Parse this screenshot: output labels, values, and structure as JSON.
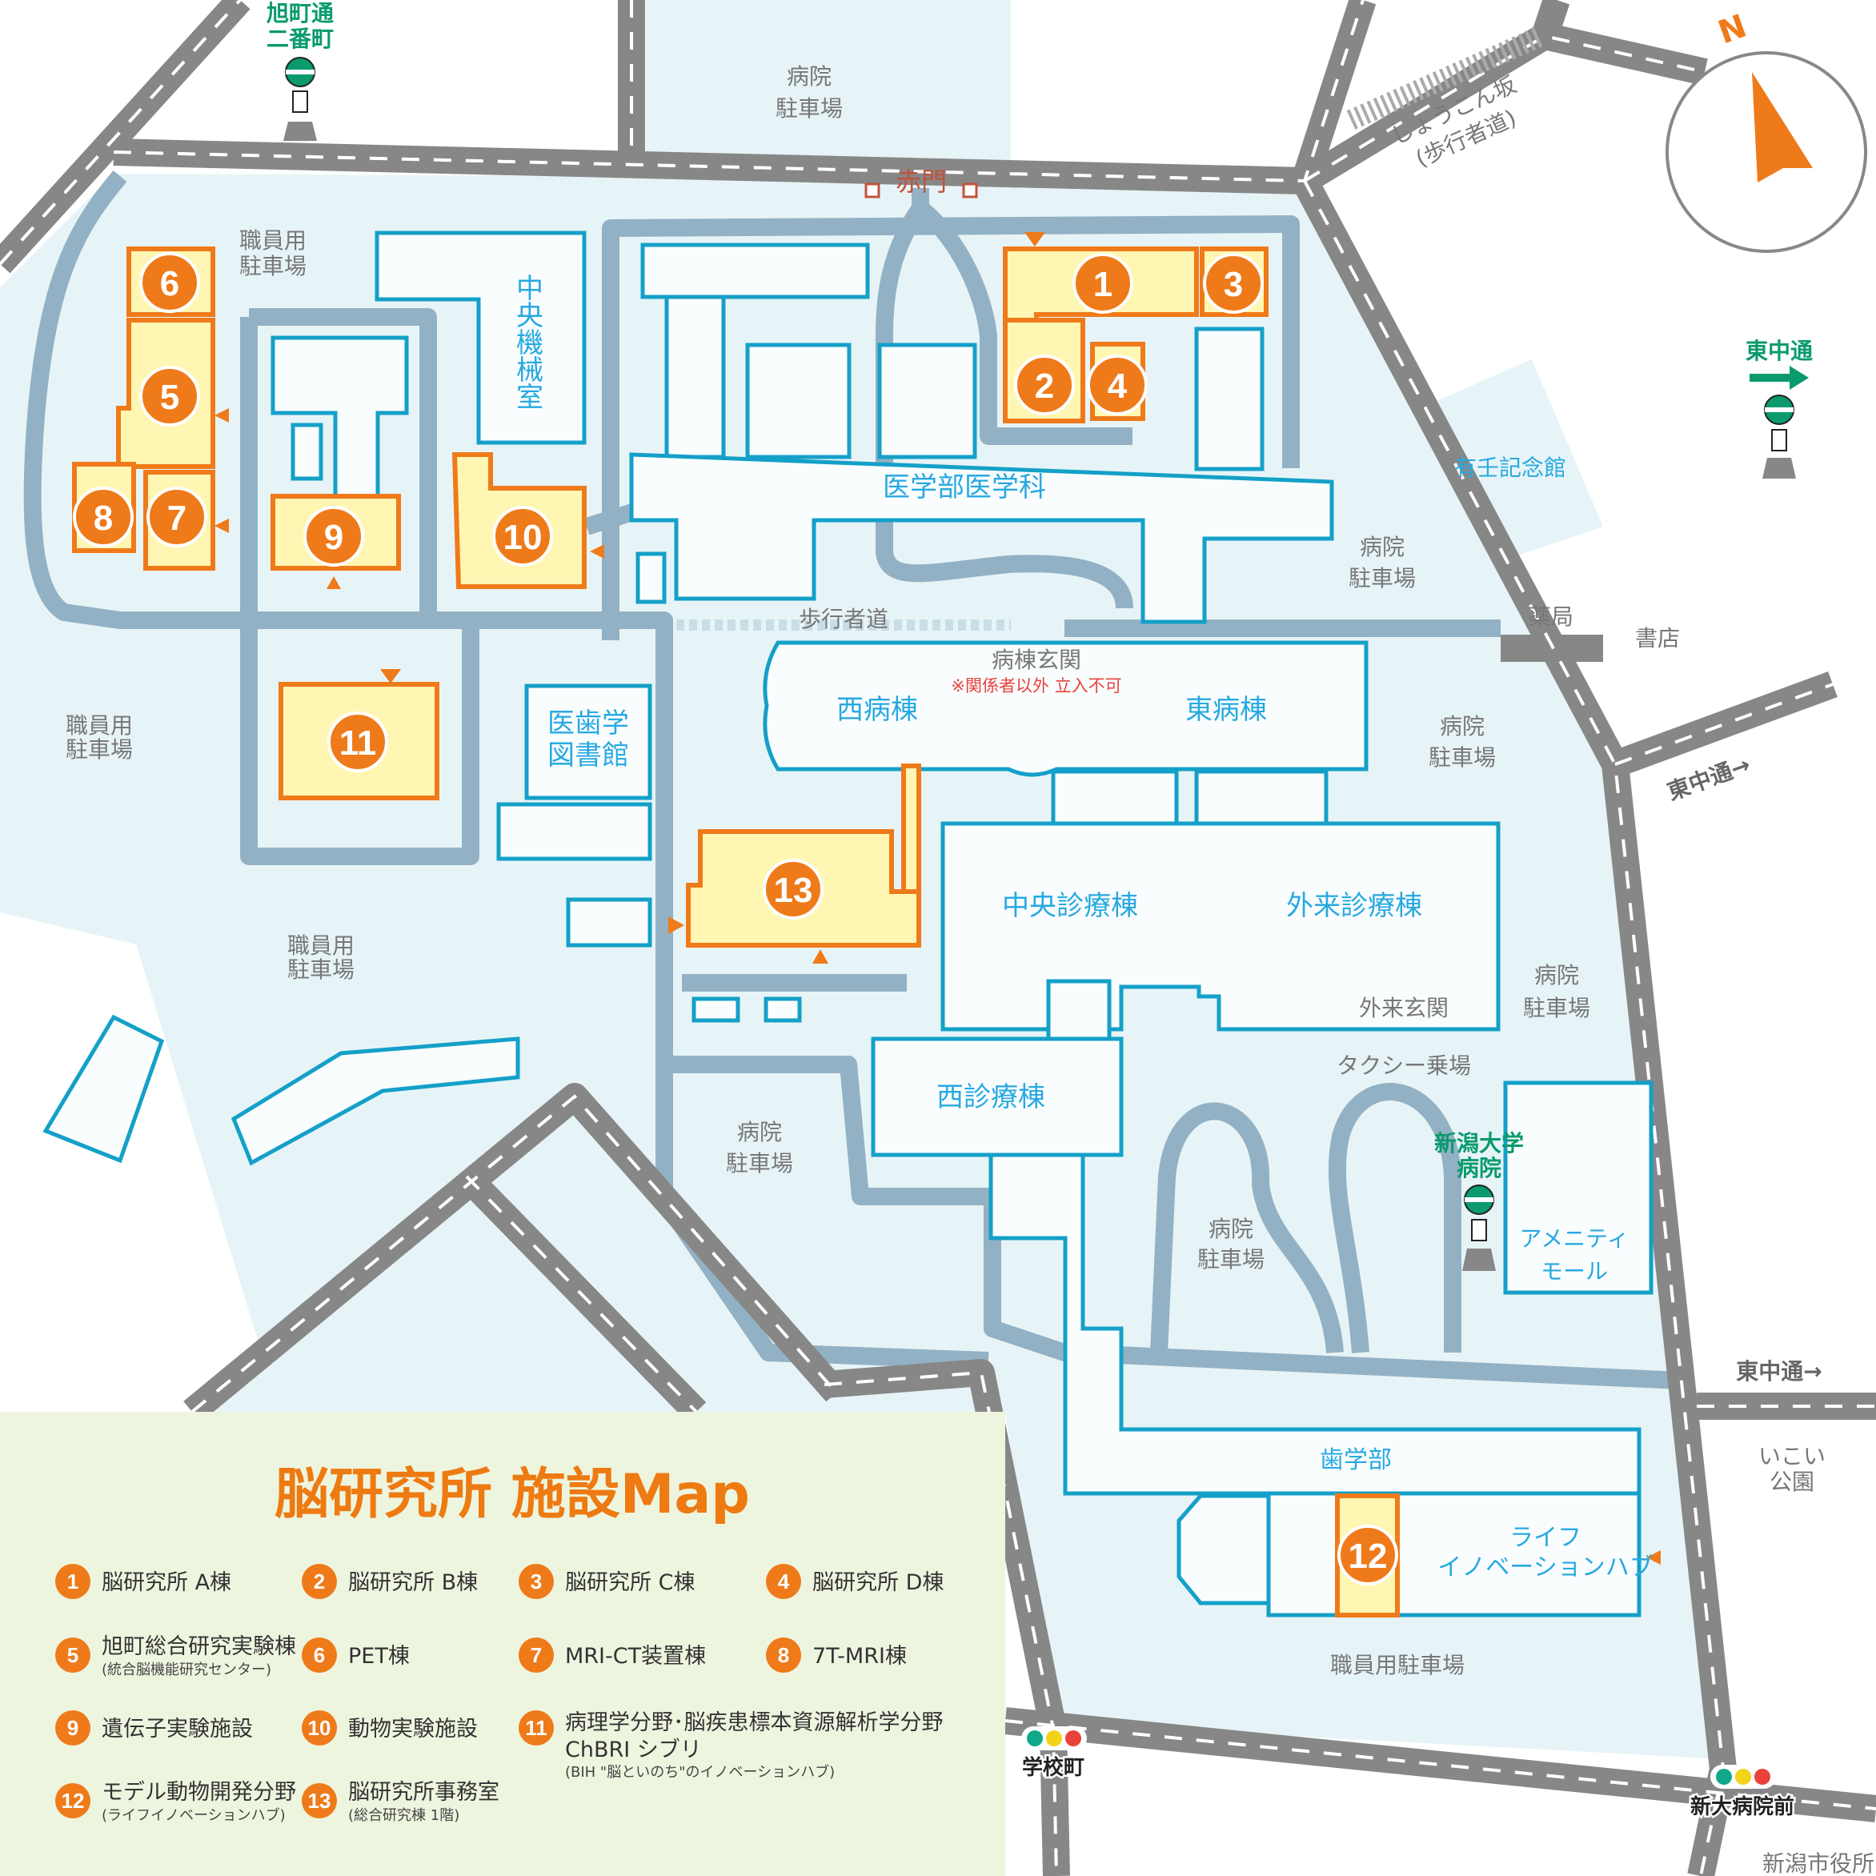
{
  "title": "脳研究所 施設Map",
  "colors": {
    "accent": "#ee7a12",
    "building_stroke": "#14a0c8",
    "highlight_fill": "#fff6b3",
    "campus": "#e7f4f7",
    "path": "#93b1c4",
    "road": "#878787",
    "bus_green": "#0a9a6e",
    "legend_bg": "#eef5df"
  },
  "compass": {
    "label": "N"
  },
  "legend": [
    {
      "num": "1",
      "label": "脳研究所 A棟"
    },
    {
      "num": "2",
      "label": "脳研究所 B棟"
    },
    {
      "num": "3",
      "label": "脳研究所 C棟"
    },
    {
      "num": "4",
      "label": "脳研究所 D棟"
    },
    {
      "num": "5",
      "label": "旭町総合研究実験棟",
      "sub": "(統合脳機能研究センター)"
    },
    {
      "num": "6",
      "label": "PET棟"
    },
    {
      "num": "7",
      "label": "MRI-CT装置棟"
    },
    {
      "num": "8",
      "label": "7T-MRI棟"
    },
    {
      "num": "9",
      "label": "遺伝子実験施設"
    },
    {
      "num": "10",
      "label": "動物実験施設"
    },
    {
      "num": "11",
      "label": "病理学分野･脳疾患標本資源解析学分野",
      "label2": "ChBRI シブリ",
      "sub": "(BIH \"脳といのち\"のイノベーションハブ)"
    },
    {
      "num": "12",
      "label": "モデル動物開発分野",
      "sub": "(ライフイノベーションハブ)"
    },
    {
      "num": "13",
      "label": "脳研究所事務室",
      "sub": "(総合研究棟 1階)"
    }
  ],
  "labels": {
    "hospital_parking": [
      "病院",
      "駐車場"
    ],
    "staff_parking": [
      "職員用",
      "駐車場"
    ],
    "staff_parking_one_line": "職員用駐車場",
    "akamon": "赤門",
    "central_machine_room": [
      "中",
      "央",
      "機",
      "械",
      "室"
    ],
    "medical_school": "医学部医学科",
    "walkway": "歩行者道",
    "ward_entrance": "病棟玄関",
    "no_entry": "※関係者以外 立入不可",
    "west_ward": "西病棟",
    "east_ward": "東病棟",
    "yujin_hall": "有壬記念館",
    "shokonzaka": [
      "しょうこん坂",
      "(歩行者道)"
    ],
    "pharmacy": "薬局",
    "bookstore": "書店",
    "higashinaka_dori": "東中通→",
    "library": [
      "医歯学",
      "図書館"
    ],
    "central_clinic": "中央診療棟",
    "outpatient_clinic": "外来診療棟",
    "outpatient_entrance": "外来玄関",
    "taxi": "タクシー乗場",
    "west_clinic": "西診療棟",
    "amenity_mall": [
      "アメニティ",
      "モール"
    ],
    "dental": "歯学部",
    "life_hub": [
      "ライフ",
      "イノベーションハブ"
    ],
    "ikoi_park": [
      "いこい",
      "公園"
    ],
    "city_hall": "新潟市役所"
  },
  "bus_stops": {
    "asahimachi": [
      "旭町通",
      "二番町"
    ],
    "higashinaka": "東中通",
    "hospital": [
      "新潟大学",
      "病院"
    ]
  },
  "signals": {
    "gakkocho": "学校町",
    "shindai_byoinmae": "新大病院前"
  }
}
